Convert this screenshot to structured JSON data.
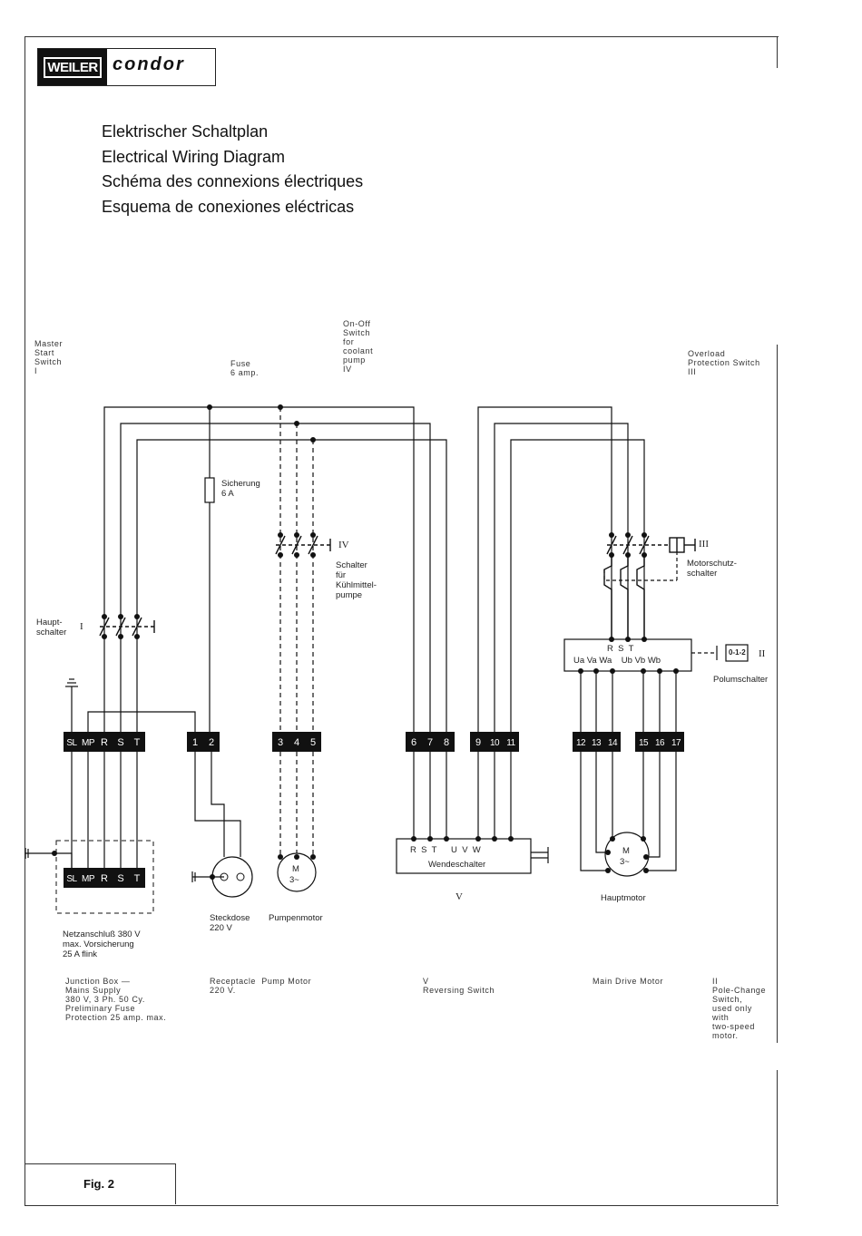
{
  "logo": {
    "brand": "WEILER",
    "model": "condor"
  },
  "titles": [
    "Elektrischer Schaltplan",
    "Electrical Wiring Diagram",
    "Schéma des connexions électriques",
    "Esquema de conexiones eléctricas"
  ],
  "legend": {
    "master": "Master\nStart\nSwitch\nI",
    "fuse": "Fuse\n6 amp.",
    "onoff": "On-Off\nSwitch\nfor\ncoolant\npump\nIV",
    "overload": "Overload\nProtection Switch\nIII"
  },
  "labels": {
    "sicherung": "Sicherung\n6 A",
    "iv": "IV",
    "schalter": "Schalter\nfür\nKühlmittel-\npumpe",
    "iii": "III",
    "motorschutz": "Motorschutz-\nschalter",
    "hauptschalter": "Haupt-\nschalter",
    "i": "I",
    "rst_top": "R  S  T",
    "uvw_pole": "Ua Va Wa    Ub Vb Wb",
    "ii": "II",
    "polumschalter": "Polumschalter",
    "pole_symbol": "0-1-2",
    "wende_top": "R  S  T      U  V  W",
    "wendeschalter": "Wendeschalter",
    "v": "V",
    "hauptmotor": "Hauptmotor",
    "steckdose": "Steckdose\n220 V",
    "pumpenmotor": "Pumpenmotor",
    "motor_m": "M",
    "motor_3": "3~",
    "netz": "Netzanschluß 380 V\nmax. Vorsicherung\n25 A flink"
  },
  "terminals_top": [
    "SL",
    "MP",
    "R",
    "S",
    "T",
    "1",
    "2",
    "3",
    "4",
    "5",
    "6",
    "7",
    "8",
    "9",
    "10",
    "11",
    "12",
    "13",
    "14",
    "15",
    "16",
    "17"
  ],
  "terminals_bottom": [
    "SL",
    "MP",
    "R",
    "S",
    "T"
  ],
  "captions": {
    "junction": "Junction Box —\nMains Supply\n380 V, 3 Ph. 50 Cy.\nPreliminary Fuse\nProtection 25 amp. max.",
    "receptacle": "Receptacle  Pump Motor\n220 V.",
    "reversing": "V\nReversing Switch",
    "maindrive": "Main Drive Motor",
    "polechange": "II\nPole-Change\nSwitch,\nused only\nwith\ntwo-speed\nmotor."
  },
  "figure": "Fig. 2"
}
